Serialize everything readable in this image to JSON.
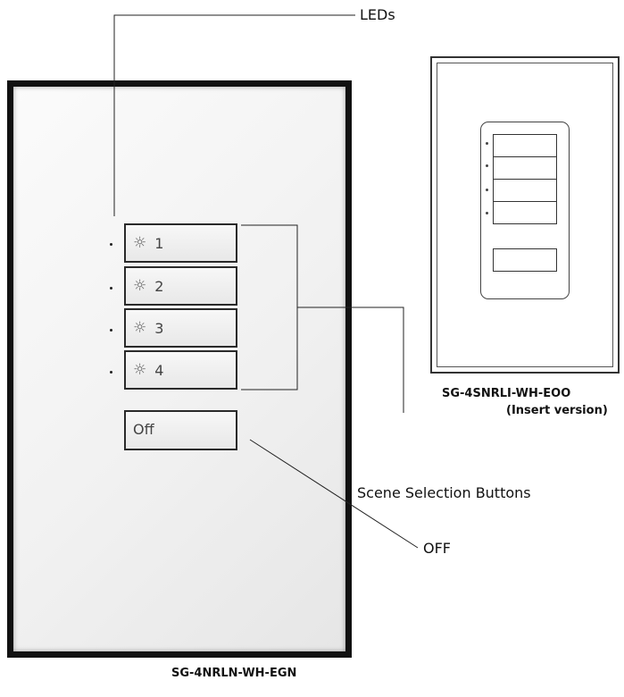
{
  "callouts": {
    "leds": "LEDs",
    "scene_buttons": "Scene Selection Buttons",
    "off": "OFF"
  },
  "main_control": {
    "model": "SG-4NRLN-WH-EGN",
    "buttons": [
      {
        "icon": "sun-icon",
        "label": "1"
      },
      {
        "icon": "sun-icon",
        "label": "2"
      },
      {
        "icon": "sun-icon",
        "label": "3"
      },
      {
        "icon": "sun-icon",
        "label": "4"
      }
    ],
    "off_label": "Off"
  },
  "insert_version": {
    "model": "SG-4SNRLI-WH-EOO",
    "note": "(Insert version)"
  }
}
